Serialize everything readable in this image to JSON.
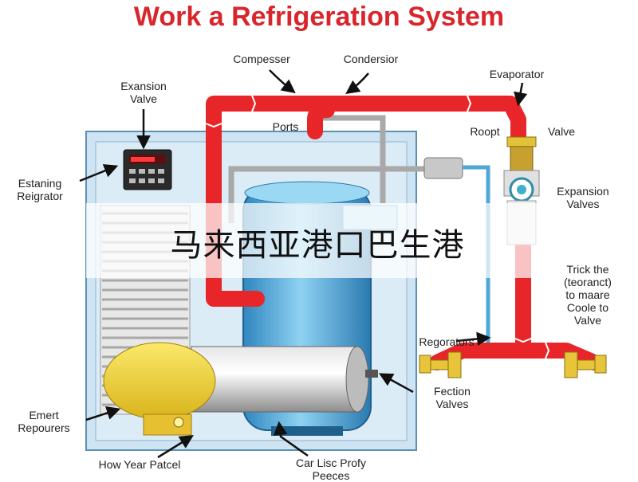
{
  "title": "Work a Refrigeration System",
  "labels": {
    "compressor": "Compesser",
    "condenser": "Condersior",
    "evaporator": "Evaporator",
    "expansion_valve": "Exansion\nValve",
    "estaning": "Estaning\nReigrator",
    "ports": "Ports",
    "roopt": "Roopt",
    "valve": "Valve",
    "expansion_valves": "Expansion\nValves",
    "trick": "Trick the\n(teoranct)\nto maare\nCoole to\nValve",
    "regulators": "Regorators",
    "fection": "Fection\nValves",
    "emert": "Emert\nRepourers",
    "how_year": "How Year Patcel",
    "car_use": "Car Lisc Profy\nPeeces"
  },
  "banner": "马来西亚港口巴生港",
  "colors": {
    "title": "#d8262c",
    "pipe": "#e8262a",
    "tank": "#5ab4e0",
    "cabinet": "#cfe4f2",
    "compressor": "#f0d63a"
  }
}
